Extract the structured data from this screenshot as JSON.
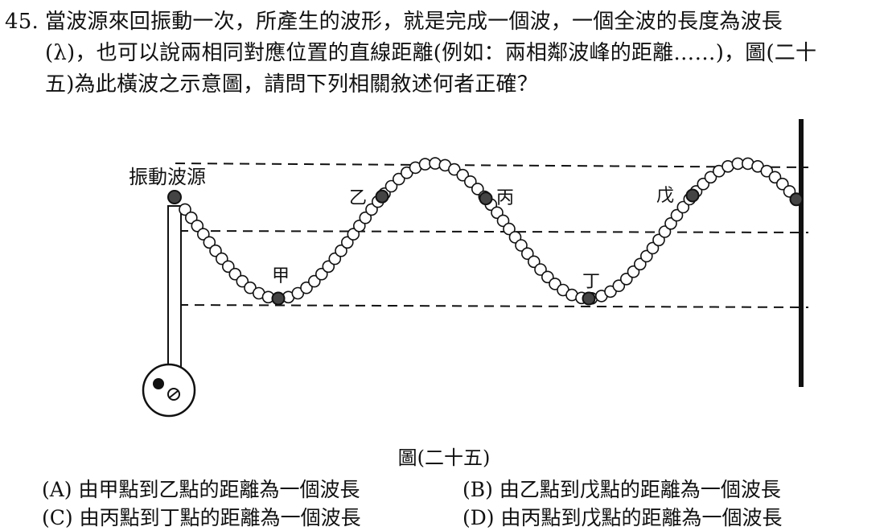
{
  "question": {
    "number": "45.",
    "lines": [
      "當波源來回振動一次，所產生的波形，就是完成一個波，一個全波的長度為波長",
      "(λ)，也可以說兩相同對應位置的直線距離(例如：兩相鄰波峰的距離……)，圖(二十",
      "五)為此橫波之示意圖，請問下列相關敘述何者正確？"
    ]
  },
  "figure": {
    "source_label": "振動波源",
    "points": {
      "jia": "甲",
      "yi": "乙",
      "bing": "丙",
      "ding": "丁",
      "wu": "戊"
    },
    "caption": "圖(二十五)"
  },
  "options": {
    "a": "(A) 由甲點到乙點的距離為一個波長",
    "b": "(B) 由乙點到戊點的距離為一個波長",
    "c": "(C) 由丙點到丁點的距離為一個波長",
    "d": "(D) 由丙點到戊點的距離為一個波長"
  }
}
